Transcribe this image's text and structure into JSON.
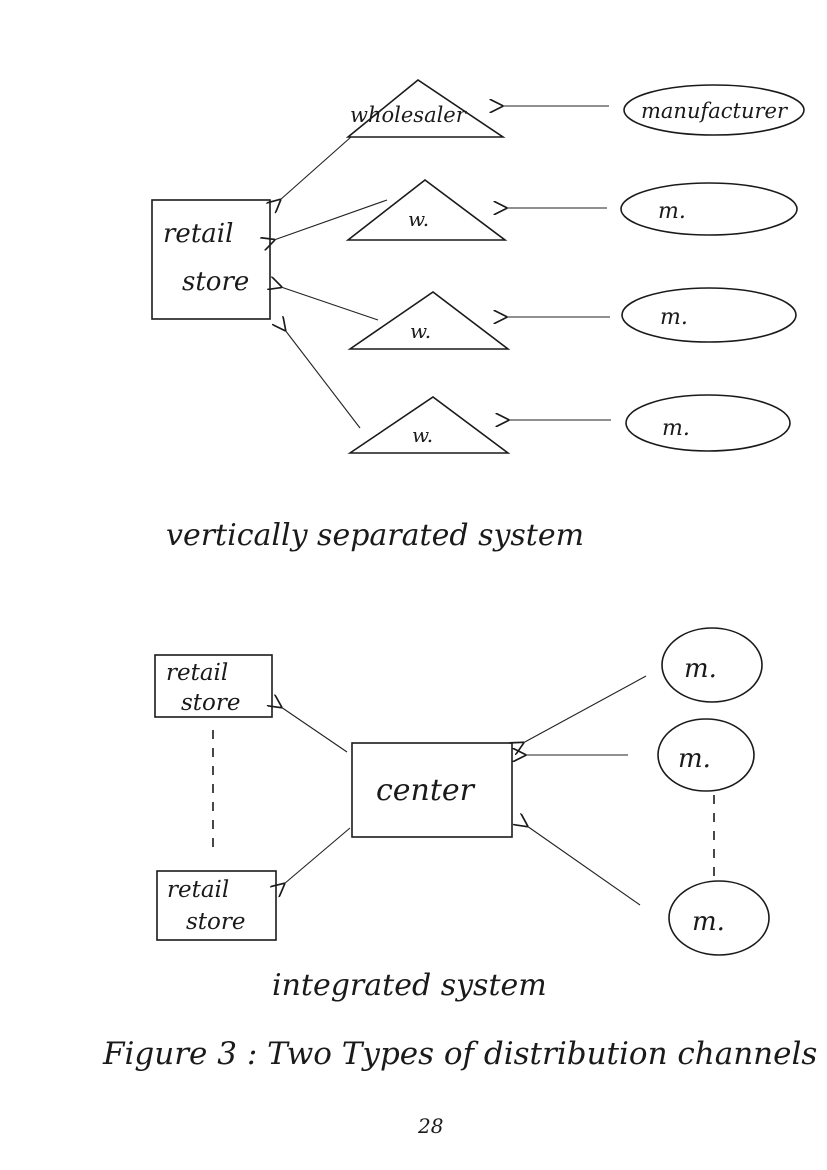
{
  "top_diagram": {
    "wholesaler_label": "wholesaler",
    "manufacturer_label": "manufacturer",
    "wholesaler_short": "w.",
    "manufacturer_short": "m.",
    "retail_store_label_line1": "retail",
    "retail_store_label_line2": "store",
    "caption": "vertically separated system"
  },
  "bottom_diagram": {
    "center_label": "center",
    "retail_store_line1": "retail",
    "retail_store_line2": "store",
    "manufacturer_short": "m.",
    "caption": "integrated system"
  },
  "figure_caption": "Figure 3 : Two Types of distribution channels",
  "page_number": "28"
}
